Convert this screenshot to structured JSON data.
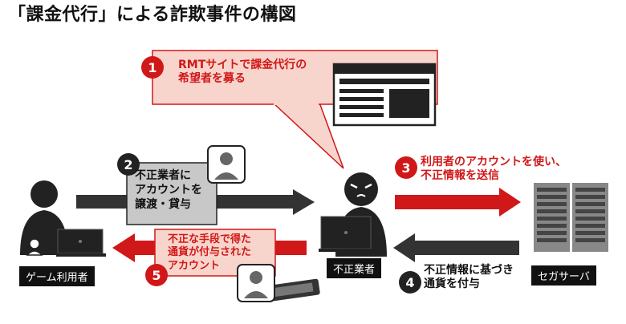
{
  "title": "「課金代行」による詐欺事件の構図",
  "steps": [
    {
      "number": "1",
      "lines": [
        "RMTサイトで課金代行の",
        "希望者を募る"
      ]
    },
    {
      "number": "2",
      "lines": [
        "不正業者に",
        "アカウントを",
        "譲渡・貸与"
      ]
    },
    {
      "number": "3",
      "lines": [
        "利用者のアカウントを使い、",
        "不正情報を送信"
      ]
    },
    {
      "number": "4",
      "lines": [
        "不正情報に基づき",
        "通貨を付与"
      ]
    },
    {
      "number": "5",
      "lines": [
        "不正な手段で得た",
        "通貨が付与された",
        "アカウント"
      ]
    }
  ],
  "actors": {
    "game_user": "ゲーム利用者",
    "fraud_vendor": "不正業者",
    "sega_server": "セガサーバ"
  },
  "colors": {
    "red": "#d01818",
    "pink_fill": "#f8d5cc",
    "gray_fill": "#c8c8c8",
    "dark": "#222222"
  }
}
